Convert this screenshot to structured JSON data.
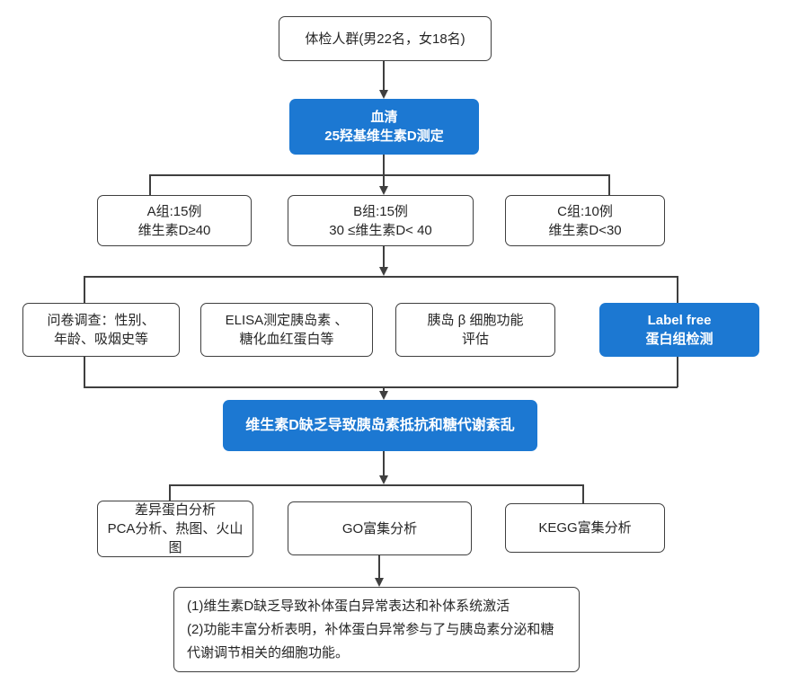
{
  "diagram": {
    "colors": {
      "accent_blue": "#1C78D2",
      "border": "#3F3F3F",
      "line": "#3F3F3F"
    },
    "nodes": {
      "population": {
        "line1": "体检人群(男22名，女18名)"
      },
      "serum": {
        "line1": "血清",
        "line2": "25羟基维生素D测定"
      },
      "group_a": {
        "line1": "A组:15例",
        "line2": "维生素D≥40"
      },
      "group_b": {
        "line1": "B组:15例",
        "line2": "30 ≤维生素D< 40"
      },
      "group_c": {
        "line1": "C组:10例",
        "line2": "维生素D<30"
      },
      "questionnaire": {
        "line1": "问卷调查：性别、",
        "line2": "年龄、吸烟史等"
      },
      "elisa": {
        "line1": "ELISA测定胰岛素 、",
        "line2": "糖化血红蛋白等"
      },
      "beta_cell": {
        "line1": "胰岛 β 细胞功能",
        "line2": "评估"
      },
      "label_free": {
        "line1": "Label free",
        "line2": "蛋白组检测"
      },
      "mid_conclusion": {
        "line1": "维生素D缺乏导致胰岛素抵抗和糖代谢紊乱"
      },
      "diff_protein": {
        "line1": "差异蛋白分析",
        "line2": "PCA分析、热图、火山图"
      },
      "go_enrichment": {
        "line1": "GO富集分析"
      },
      "kegg_enrichment": {
        "line1": "KEGG富集分析"
      },
      "final_conclusion": {
        "line1": "(1)维生素D缺乏导致补体蛋白异常表达和补体系统激活",
        "line2": "(2)功能丰富分析表明，补体蛋白异常参与了与胰岛素分泌和糖代谢调节相关的细胞功能。"
      }
    }
  }
}
